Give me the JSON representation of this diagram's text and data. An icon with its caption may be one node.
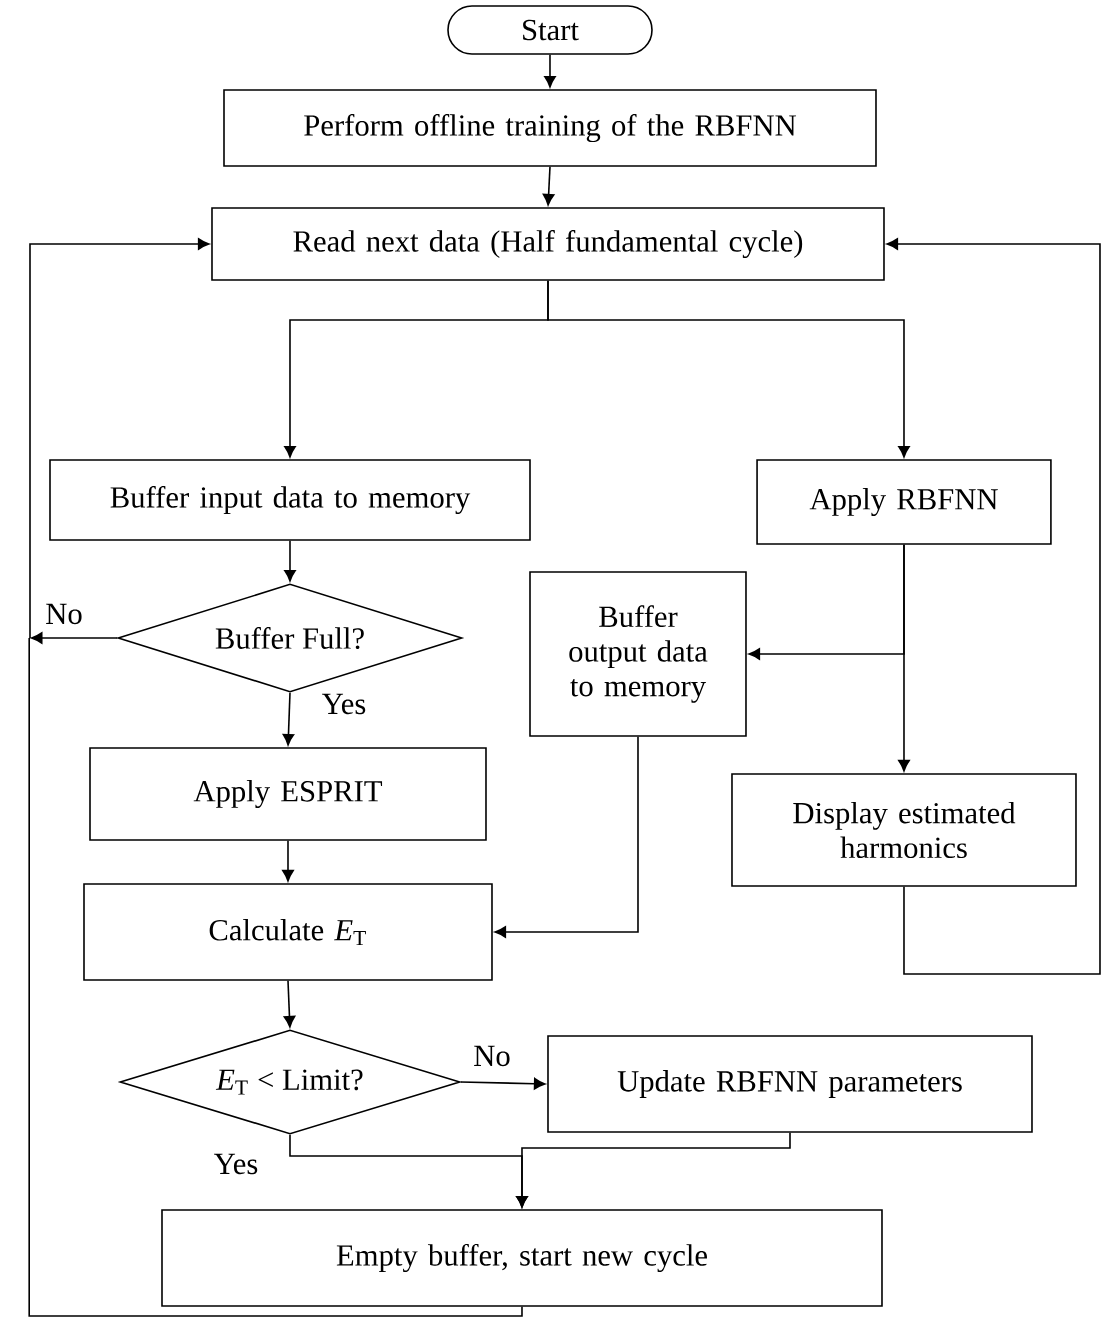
{
  "diagram": {
    "nodes": [
      {
        "text": [
          "Start"
        ]
      },
      {
        "text": [
          "Perform offline training of the RBFNN"
        ]
      },
      {
        "text": [
          "Read next data (Half fundamental cycle)"
        ]
      },
      {
        "text": [
          "Buffer input data to memory"
        ]
      },
      {
        "text": [
          "Apply RBFNN"
        ]
      },
      {
        "text": [
          "Buffer Full?"
        ]
      },
      {
        "text": [
          "Buffer output data to memory"
        ]
      },
      {
        "text": [
          "Display estimated harmonics"
        ]
      },
      {
        "text": [
          "Apply ESPRIT"
        ]
      },
      {
        "text": [
          "Calculate *E*$_{T}$"
        ]
      },
      {
        "text": [
          "*E*$_{T}$ < Limit?"
        ]
      },
      {
        "text": [
          "Update RBFNN parameters"
        ]
      },
      {
        "text": [
          "Empty buffer, start new cycle"
        ]
      }
    ],
    "edges": [
      {
        "from": 0,
        "to": 1,
        "arrow": "to"
      },
      {
        "from": 1,
        "to": 2,
        "arrow": "to"
      },
      {
        "from": 2,
        "to": 3,
        "arrow": "to"
      },
      {
        "from": 2,
        "to": 4,
        "arrow": "to"
      },
      {
        "from": 3,
        "to": 5,
        "arrow": "to"
      },
      {
        "from": 5,
        "to": 2,
        "arrow": "to",
        "label": "No"
      },
      {
        "from": 5,
        "to": 8,
        "arrow": "to",
        "label": "Yes"
      },
      {
        "from": 4,
        "to": 6,
        "arrow": "to"
      },
      {
        "from": 4,
        "to": 7,
        "arrow": "to"
      },
      {
        "from": 7,
        "to": 2,
        "arrow": "to"
      },
      {
        "from": 8,
        "to": 9,
        "arrow": "to"
      },
      {
        "from": 6,
        "to": 9,
        "arrow": "to"
      },
      {
        "from": 9,
        "to": 10,
        "arrow": "to"
      },
      {
        "from": 10,
        "to": 11,
        "arrow": "to",
        "label": "No"
      },
      {
        "from": 10,
        "to": 12,
        "arrow": "to",
        "label": "Yes"
      },
      {
        "from": 11,
        "to": 12,
        "arrow": "to"
      },
      {
        "from": 12,
        "to": 2,
        "arrow": "to"
      }
    ]
  }
}
